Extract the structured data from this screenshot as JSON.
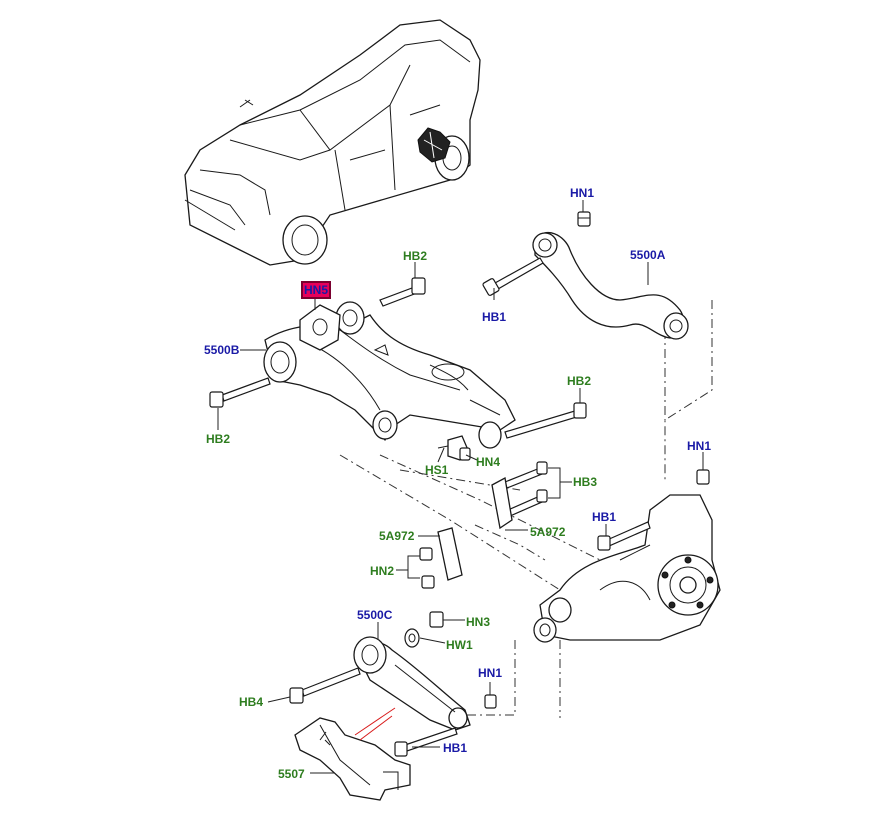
{
  "labels": {
    "hn1_top": "HN1",
    "a5500": "5500A",
    "hb2_top": "HB2",
    "hb1_top": "HB1",
    "hn5": "HN5",
    "b5500": "5500B",
    "hb2_left": "HB2",
    "hb2_right": "HB2",
    "hs1": "HS1",
    "hn4": "HN4",
    "hn1_right": "HN1",
    "hb3": "HB3",
    "hb1_right": "HB1",
    "a972_right": "5A972",
    "a972_left": "5A972",
    "hn2": "HN2",
    "c5500": "5500C",
    "hn3": "HN3",
    "hw1": "HW1",
    "hn1_bottom": "HN1",
    "hb4": "HB4",
    "hb1_bottom": "HB1",
    "p5507": "5507"
  },
  "colors": {
    "part_number": "#1a1aa6",
    "fastener": "#2e7d1f",
    "highlight": "#e8005a",
    "callout_accent": "#d81b1b"
  },
  "highlighted": "HN5"
}
